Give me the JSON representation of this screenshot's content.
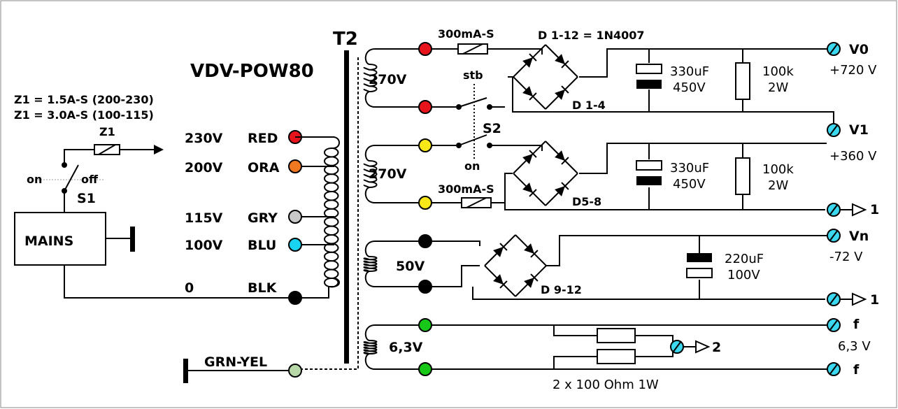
{
  "title": "VDV-POW80",
  "transformer": "T2",
  "fuse_notes": [
    "Z1 = 1.5A-S (200-230)",
    "Z1 = 3.0A-S (100-115)"
  ],
  "primary": {
    "mains": "MAINS",
    "fuse": "Z1",
    "switch": "S1",
    "switch_on": "on",
    "switch_off": "off",
    "taps": [
      {
        "voltage": "230V",
        "wire": "RED",
        "color": "#e8141c"
      },
      {
        "voltage": "200V",
        "wire": "ORA",
        "color": "#f07820"
      },
      {
        "voltage": "115V",
        "wire": "GRY",
        "color": "#c8c8c8"
      },
      {
        "voltage": "100V",
        "wire": "BLU",
        "color": "#18d4f0"
      },
      {
        "voltage": "0",
        "wire": "BLK",
        "color": "#000000"
      }
    ],
    "ground": "GRN-YEL",
    "ground_color": "#b8d8a8"
  },
  "windings": [
    {
      "label": "270V",
      "fuse": "300mA-S",
      "dot_color": "#e8141c",
      "diodes": "D 1-4",
      "diode_note": "D 1-12 = 1N4007"
    },
    {
      "label": "270V",
      "fuse": "300mA-S",
      "dot_color": "#f8e818",
      "diodes": "D5-8"
    },
    {
      "label": "50V",
      "dot_color": "#000000",
      "diodes": "D 9-12"
    },
    {
      "label": "6,3V",
      "dot_color": "#18c818"
    }
  ],
  "switch2": {
    "name": "S2",
    "stb": "stb",
    "on": "on"
  },
  "caps": [
    {
      "value": "330uF",
      "voltage": "450V"
    },
    {
      "value": "330uF",
      "voltage": "450V"
    },
    {
      "value": "220uF",
      "voltage": "100V"
    }
  ],
  "resistors": [
    {
      "value": "100k",
      "power": "2W"
    },
    {
      "value": "100k",
      "power": "2W"
    }
  ],
  "heater_resistors": "2 x 100  Ohm 1W",
  "outputs": [
    {
      "name": "V0",
      "voltage": "+720 V"
    },
    {
      "name": "V1",
      "voltage": "+360 V"
    },
    {
      "name": "1"
    },
    {
      "name": "Vn",
      "voltage": "-72 V"
    },
    {
      "name": "1"
    },
    {
      "name": "f",
      "voltage": "6,3 V"
    },
    {
      "name": "2"
    },
    {
      "name": "f"
    }
  ],
  "terminal_color": "#3cd8f0"
}
